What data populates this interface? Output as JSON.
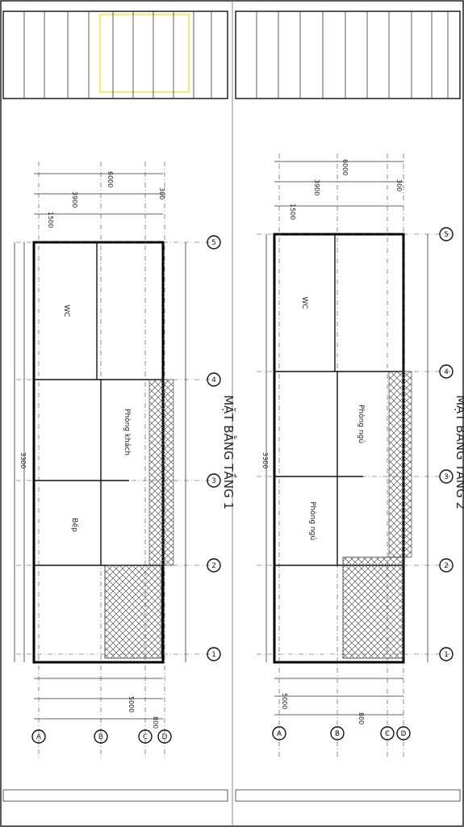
{
  "plans": [
    {
      "title": "MẶT BẰNG TẦNG 1",
      "grid_labels": [
        "1",
        "2",
        "3",
        "4",
        "5"
      ],
      "cross_labels": [
        "A",
        "B",
        "C",
        "D"
      ],
      "room_labels": [
        "WC",
        "Phòng khách",
        "Bếp"
      ],
      "dimensions": [
        "6000",
        "5000",
        "3900",
        "3300",
        "1500",
        "800",
        "300"
      ]
    },
    {
      "title": "MẶT BẰNG TẦNG 2",
      "grid_labels": [
        "1",
        "2",
        "3",
        "4",
        "5"
      ],
      "cross_labels": [
        "A",
        "B",
        "C",
        "D"
      ],
      "room_labels": [
        "WC",
        "Phòng ngủ",
        "Phòng ngủ"
      ],
      "dimensions": [
        "6000",
        "5000",
        "3900",
        "3300",
        "1500",
        "800",
        "300"
      ]
    }
  ],
  "colors": {
    "highlight": "#f0ef6a",
    "hatch": "#555555",
    "line": "#111111"
  }
}
